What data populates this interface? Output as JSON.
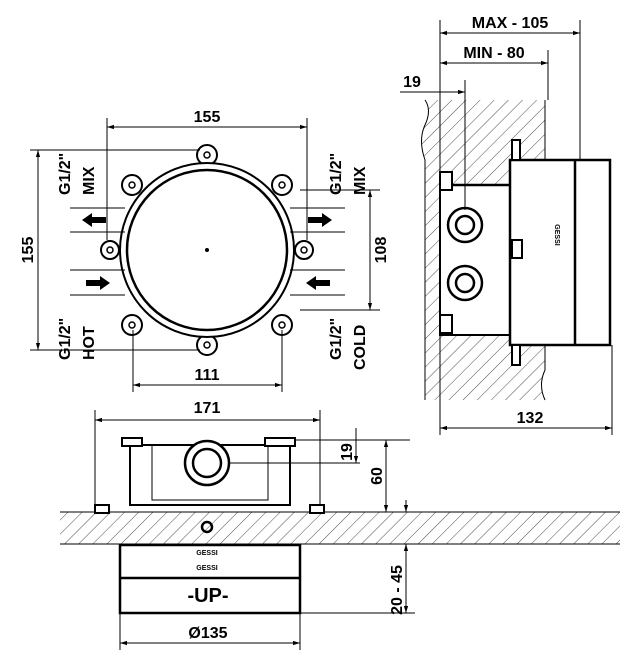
{
  "front_view": {
    "dim_width": "155",
    "dim_height": "155",
    "dim_bottom": "111",
    "dim_ports": "108",
    "label_top_left_size": "G1/2\"",
    "label_top_left_name": "MIX",
    "label_top_right_size": "G1/2\"",
    "label_top_right_name": "MIX",
    "label_bottom_left_size": "G1/2\"",
    "label_bottom_left_name": "HOT",
    "label_bottom_right_size": "G1/2\"",
    "label_bottom_right_name": "COLD"
  },
  "side_view": {
    "dim_max": "MAX - 105",
    "dim_min": "MIN - 80",
    "dim_offset": "19",
    "dim_depth": "132"
  },
  "bottom_view": {
    "dim_width": "171",
    "dim_offset": "19",
    "dim_height": "60",
    "dim_wall": "20 - 45",
    "dim_diameter": "Ø135",
    "up_label": "-UP-",
    "brand_mark": "GESSI"
  }
}
